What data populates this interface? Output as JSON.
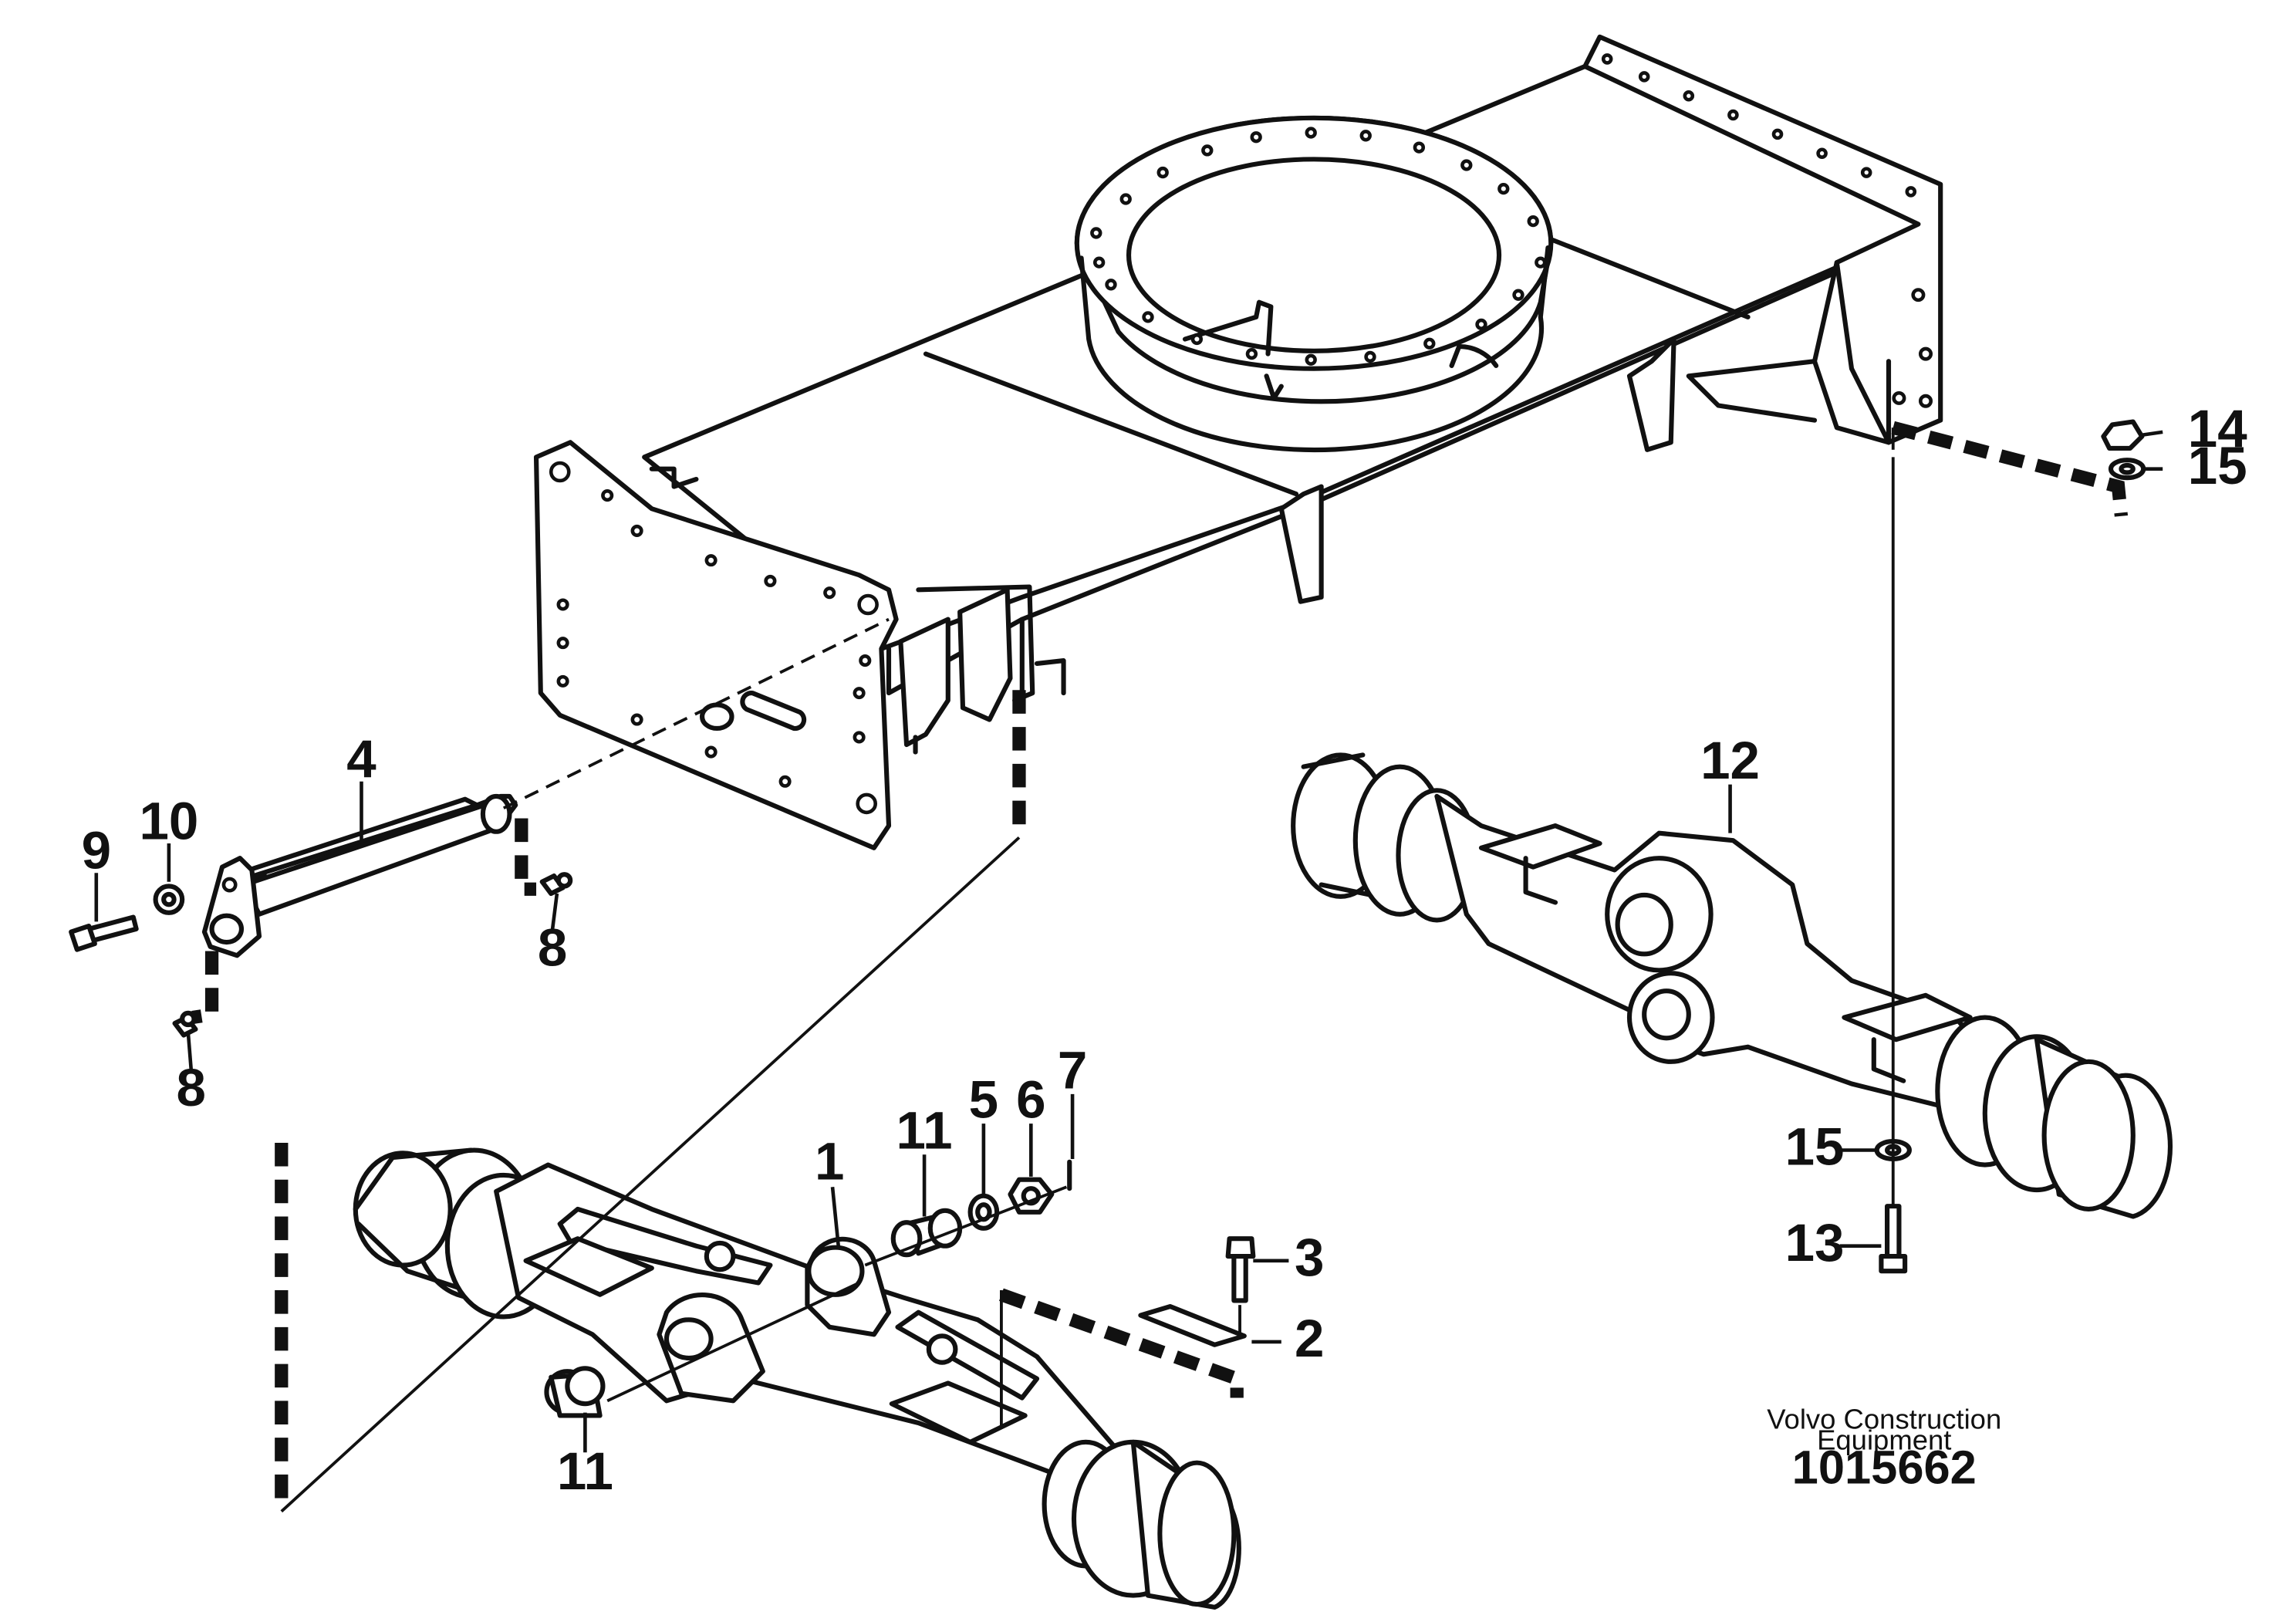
{
  "callouts": {
    "c1": "1",
    "c2": "2",
    "c3": "3",
    "c4": "4",
    "c5": "5",
    "c6": "6",
    "c7": "7",
    "c8a": "8",
    "c8b": "8",
    "c9": "9",
    "c10": "10",
    "c11a": "11",
    "c11b": "11",
    "c12": "12",
    "c13": "13",
    "c14": "14",
    "c15a": "15",
    "c15b": "15"
  },
  "footer": {
    "company_line1": "Volvo Construction",
    "company_line2": "Equipment",
    "document_number": "1015662"
  }
}
